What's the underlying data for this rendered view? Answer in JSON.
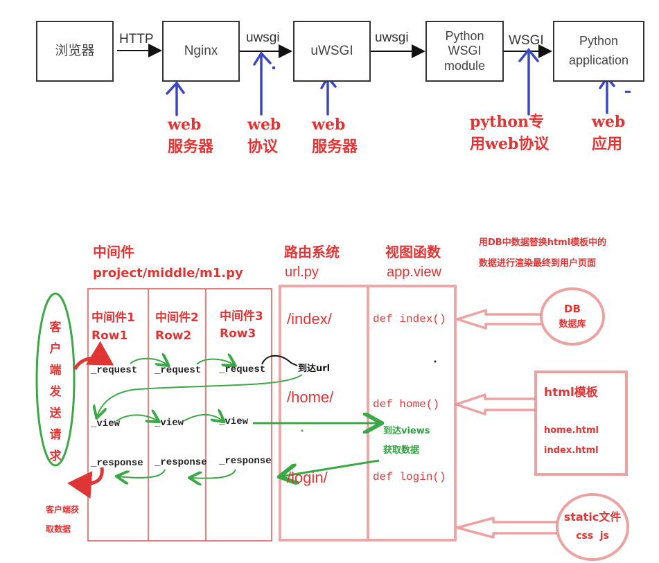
{
  "top_flow": {
    "boxes": [
      {
        "id": "browser",
        "label": "浏览器"
      },
      {
        "id": "nginx",
        "label": "Nginx"
      },
      {
        "id": "uwsgi",
        "label": "uWSGI"
      },
      {
        "id": "python-wsgi-module",
        "label": "Python\nWSGI\nmodule"
      },
      {
        "id": "python-app",
        "label": "Python\napplication"
      }
    ],
    "protocols": [
      "HTTP",
      "uwsgi",
      "uwsgi",
      "WSGI"
    ],
    "annotations": [
      {
        "line1": "web",
        "line2": "服务器"
      },
      {
        "line1": "web",
        "line2": "协议"
      },
      {
        "line1": "web",
        "line2": "服务器"
      },
      {
        "line1": "python专",
        "line2": "用web协议"
      },
      {
        "line1": "web",
        "line2": "应用"
      }
    ]
  },
  "middleware": {
    "title": "中间件",
    "path": "project/middle/m1.py",
    "columns": [
      {
        "name": "中间件1",
        "row": "Row1"
      },
      {
        "name": "中间件2",
        "row": "Row2"
      },
      {
        "name": "中间件3",
        "row": "Row3"
      }
    ],
    "methods": {
      "request": "_request",
      "view": "_view",
      "response": "_response"
    }
  },
  "client": {
    "send_chars": [
      "客",
      "户",
      "端",
      "发",
      "送",
      "请",
      "求"
    ],
    "receive_line1": "客户端获",
    "receive_line2": "取数据"
  },
  "routing": {
    "title": "路由系统",
    "file": "url.py",
    "routes": [
      "/index/",
      "/home/",
      "/login/"
    ],
    "arrive_url": "到达url"
  },
  "views": {
    "title": "视图函数",
    "file": "app.view",
    "functions": [
      "def index()",
      "def home()",
      "def login()"
    ],
    "arrive_views": "到达views",
    "fetch_data": "获取数据"
  },
  "render_note": {
    "line1": "用DB中数据替换html模板中的",
    "line2": "数据进行渲染最终到用户页面"
  },
  "db": {
    "line1": "DB",
    "line2": "数据库"
  },
  "templates": {
    "title": "html模板",
    "files": [
      "home.html",
      "index.html"
    ]
  },
  "static": {
    "line1": "static文件",
    "line2": "css  js"
  }
}
